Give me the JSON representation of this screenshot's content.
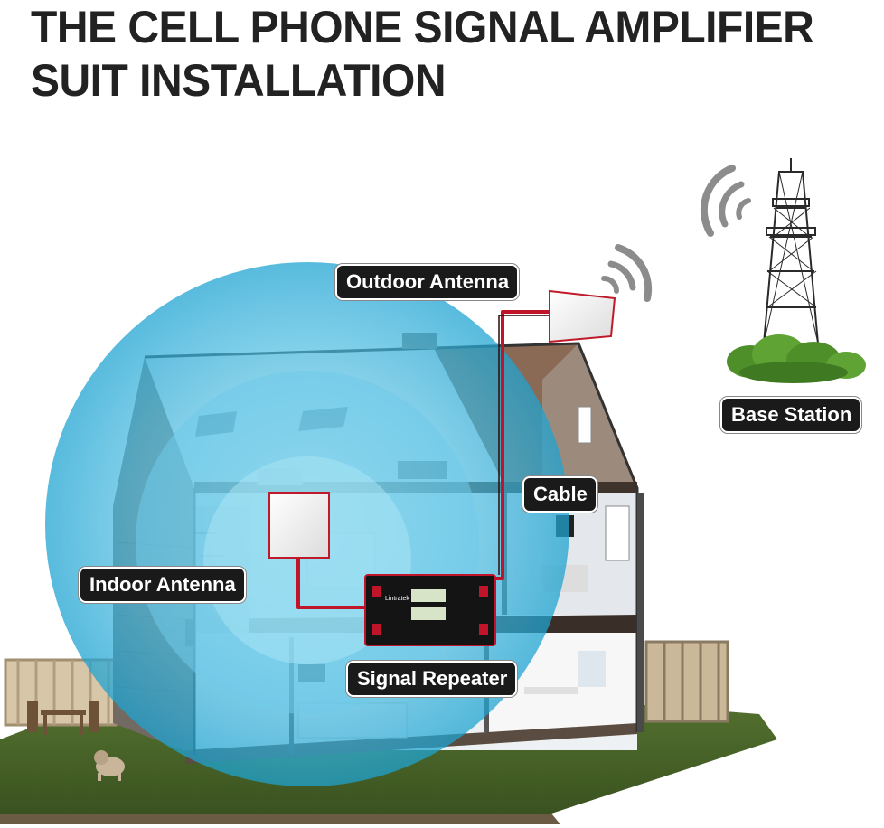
{
  "title": {
    "line1": "THE CELL PHONE SIGNAL AMPLIFIER",
    "line2": "SUIT INSTALLATION"
  },
  "labels": {
    "outdoor_antenna": "Outdoor Antenna",
    "base_station": "Base Station",
    "cable": "Cable",
    "indoor_antenna": "Indoor Antenna",
    "signal_repeater": "Signal Repeater"
  },
  "device": {
    "brand": "Lintratek"
  },
  "colors": {
    "title_text": "#222222",
    "label_bg": "#1a1a1a",
    "label_text": "#ffffff",
    "coverage_outer": "#2aaed6",
    "coverage_inner": "#7fd3ee",
    "cable": "#c0142a",
    "grass": "#4a6a2a"
  }
}
